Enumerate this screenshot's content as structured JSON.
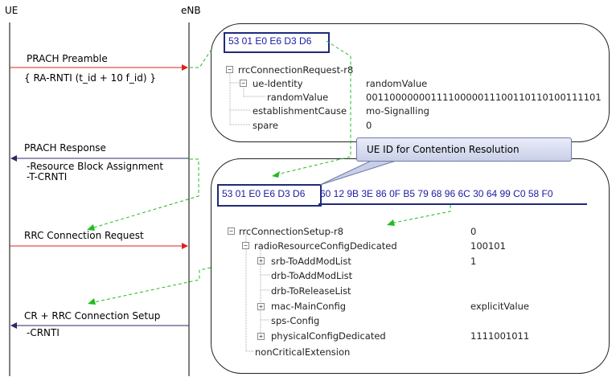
{
  "actors": {
    "ue": "UE",
    "enb": "eNB"
  },
  "messages": {
    "prach_preamble": "PRACH Preamble",
    "prach_preamble_note": "{ RA-RNTI (t_id + 10 f_id) }",
    "prach_response": "PRACH Response",
    "prach_response_line1": "-Resource Block Assignment",
    "prach_response_line2": "-T-CRNTI",
    "rrc_request": "RRC Connection Request",
    "rrc_setup": "CR + RRC Connection Setup",
    "rrc_setup_line1": "-CRNTI"
  },
  "request_box": {
    "hex": "53 01 E0 E6 D3 D6",
    "root": "rrcConnectionRequest-r8",
    "ue_identity": "ue-Identity",
    "ue_identity_value": "randomValue",
    "random_value": "randomValue",
    "random_value_value": "0011000000011110000011100110110100111101",
    "establishment_cause": "establishmentCause",
    "establishment_cause_value": "mo-Signalling",
    "spare": "spare",
    "spare_value": "0"
  },
  "callout": {
    "text": "UE ID for Contention Resolution"
  },
  "setup_box": {
    "hex_cr": "53 01 E0 E6 D3 D6",
    "hex_rest": "60 12 9B 3E 86 0F B5 79 68 96 6C 30 64 99 C0 58 F0",
    "root": "rrcConnectionSetup-r8",
    "root_value": "0",
    "rrcd": "radioResourceConfigDedicated",
    "rrcd_value": "100101",
    "srb": "srb-ToAddModList",
    "srb_value": "1",
    "drb_add": "drb-ToAddModList",
    "drb_release": "drb-ToReleaseList",
    "mac": "mac-MainConfig",
    "mac_value": "explicitValue",
    "sps": "sps-Config",
    "phy": "physicalConfigDedicated",
    "phy_value": "1111001011",
    "nce": "nonCriticalExtension"
  },
  "colors": {
    "uplink_arrow": "#e02020",
    "downlink_arrow": "#2a2a6a",
    "dashed_connector": "#22bb22",
    "hex_text": "#1a1aa6"
  }
}
